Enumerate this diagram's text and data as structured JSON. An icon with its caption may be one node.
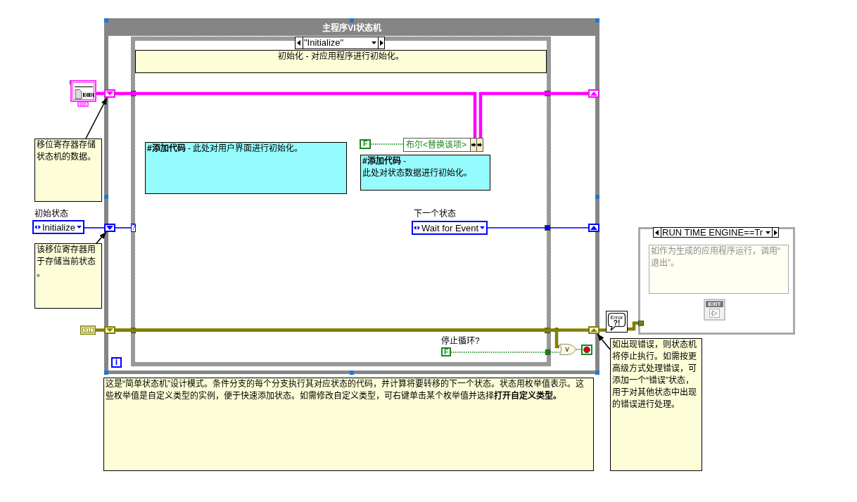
{
  "diagram": {
    "nodes": [
      {
        "text": [
          "主程序VI状态机"
        ]
      },
      {
        "text": [
          "\"Initialize\""
        ],
        "in": 0
      },
      {
        "text": [
          "初始化 - 对应用程序进行初始化。"
        ],
        "in": 1
      },
      {
        "text": [
          "**#添加代码** - 此处对用户界面进行初始化。"
        ],
        "in": 1
      },
      {
        "text": [
          "F"
        ],
        "in": 1
      },
      {
        "text": [
          "布尔<替换该项>"
        ],
        "in": 1
      },
      {
        "text": [
          "**#添加代码** - 此处对状态数据进行初始化。"
        ],
        "in": 1
      },
      {
        "text": [
          "下一个状态",
          "Wait for Event"
        ],
        "in": 1
      },
      {
        "text": [
          "停止循环?",
          "F"
        ],
        "in": 1
      },
      {
        "text": [
          "i"
        ],
        "in": 0
      },
      {
        "text": [
          "?"
        ],
        "in": 1
      },
      {
        "text": [],
        "shape": "box",
        "in": 0
      },
      {
        "text": [],
        "shape": "box",
        "in": 0
      },
      {
        "text": [],
        "shape": "box",
        "in": 0
      },
      {
        "text": [],
        "shape": "box",
        "in": 0
      },
      {
        "text": [],
        "shape": "box",
        "in": 0
      },
      {
        "text": [],
        "shape": "box",
        "in": 0
      },
      {
        "text": [
          "∨"
        ],
        "in": 0
      },
      {
        "text": [],
        "shape": "picture",
        "in": 0
      },
      {
        "text": [],
        "shape": "picture"
      },
      {
        "text": [
          "移位寄存器存储状态机的数据。"
        ]
      },
      {
        "text": [
          "初始状态",
          "Initialize"
        ]
      },
      {
        "text": [
          "该移位寄存器用于存储当前状态。"
        ]
      },
      {
        "text": [],
        "shape": "picture"
      },
      {
        "text": [
          "Error",
          "?!"
        ]
      },
      {
        "text": [
          "RUN TIME ENGINE==Tr"
        ]
      },
      {
        "text": [
          "如作为生成的应用程序运行，调用“退出”。"
        ],
        "in": 25
      },
      {
        "text": [
          "EXIT"
        ],
        "in": 25
      },
      {
        "text": [
          "如出现错误，则状态机将停止执行。如需按更高级方式处理错误，可添加一个“错误”状态，用于对其他状态中出现的错误进行处理。"
        ]
      },
      {
        "text": [
          "这是“简单状态机”设计模式。条件分支的每个分支执行其对应状态的代码，并计算将要转移的下一个状态。状态用枚举值表示。这些枚举值是自定义类型的实例，便于快速添加状态。如需修改自定义类型，可右键单击某个枚举值并选择**打开自定义类型。**"
        ]
      }
    ],
    "edges": [
      {
        "from": 19,
        "to": 11,
        "arrow": "none",
        "style": "thick",
        "color": "#ff00ff"
      },
      {
        "from": 11,
        "to": 5,
        "arrow": "none",
        "style": "thick",
        "color": "#ff00ff"
      },
      {
        "from": 5,
        "to": 12,
        "arrow": "none",
        "style": "thick",
        "color": "#ff00ff"
      },
      {
        "from": 4,
        "to": 5,
        "arrow": "none",
        "style": "dashed",
        "color": "#008000"
      },
      {
        "from": 21,
        "to": 13,
        "arrow": "none",
        "color": "#0000ff"
      },
      {
        "from": 13,
        "to": 10,
        "arrow": "none",
        "color": "#0000ff"
      },
      {
        "from": 7,
        "to": 14,
        "arrow": "none",
        "color": "#0000ff"
      },
      {
        "from": 23,
        "to": 15,
        "arrow": "none",
        "style": "thick",
        "color": "#808000"
      },
      {
        "from": 15,
        "to": 16,
        "arrow": "none",
        "style": "thick",
        "color": "#808000"
      },
      {
        "from": 15,
        "to": 17,
        "arrow": "none",
        "style": "thick",
        "color": "#808000"
      },
      {
        "from": 8,
        "to": 17,
        "arrow": "none",
        "style": "dashed",
        "color": "#008000"
      },
      {
        "from": 17,
        "to": 18,
        "arrow": "none",
        "style": "dashed",
        "color": "#008000"
      },
      {
        "from": 16,
        "to": 24,
        "arrow": "none",
        "style": "thick",
        "color": "#808000"
      },
      {
        "from": 24,
        "to": 25,
        "arrow": "other",
        "style": "thick",
        "color": "#808000"
      },
      {
        "from": 20,
        "to": 11,
        "arrow": "to",
        "color": "#000000"
      },
      {
        "from": 22,
        "to": 13,
        "arrow": "to",
        "color": "#000000"
      },
      {
        "from": 28,
        "to": 16,
        "arrow": "to",
        "color": "#000000"
      }
    ]
  }
}
